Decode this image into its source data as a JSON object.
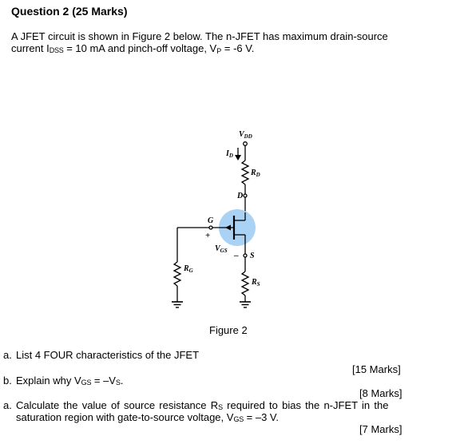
{
  "question": {
    "title": "Question 2 (25 Marks)",
    "intro_line1": "A JFET circuit is shown in Figure 2 below. The n-JFET has maximum drain-source",
    "intro_line2_prefix": "current I",
    "intro_line2_sub": "DSS",
    "intro_line2_mid": " = 10 mA and pinch-off voltage, V",
    "intro_line2_sub2": "P",
    "intro_line2_suffix": " = -6 V."
  },
  "figure": {
    "caption": "Figure 2",
    "labels": {
      "vdd": "V",
      "vdd_sub": "DD",
      "id": "I",
      "id_sub": "D",
      "rd": "R",
      "rd_sub": "D",
      "d": "D",
      "g": "G",
      "plus": "+",
      "vgs": "V",
      "vgs_sub": "GS",
      "minus": "–",
      "s": "S",
      "rg": "R",
      "rg_sub": "G",
      "rs": "R",
      "rs_sub": "S"
    },
    "highlight_color": "#a9d2f4"
  },
  "parts": {
    "a1": {
      "label": "a.",
      "text": "List 4 FOUR characteristics of the JFET"
    },
    "marks_a1": "[15 Marks]",
    "b": {
      "label": "b.",
      "text_prefix": "Explain why V",
      "text_sub1": "GS",
      "text_mid": " = –V",
      "text_sub2": "S",
      "text_suffix": "."
    },
    "marks_b": "[8 Marks]",
    "a2": {
      "label": "a.",
      "line1_prefix": "Calculate the value of source resistance R",
      "line1_sub": "S",
      "line1_suffix": " required to bias the n-JFET in the",
      "line2_prefix": "saturation region with gate-to-source voltage, V",
      "line2_sub": "GS",
      "line2_suffix": " = –3 V."
    },
    "marks_a2": "[7 Marks]"
  }
}
